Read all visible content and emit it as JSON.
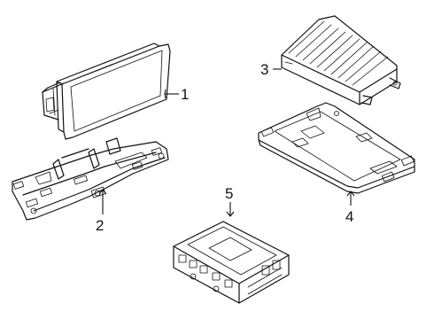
{
  "diagram": {
    "callouts": [
      {
        "id": 1,
        "label": "1"
      },
      {
        "id": 2,
        "label": "2"
      },
      {
        "id": 3,
        "label": "3"
      },
      {
        "id": 4,
        "label": "4"
      },
      {
        "id": 5,
        "label": "5"
      }
    ]
  }
}
